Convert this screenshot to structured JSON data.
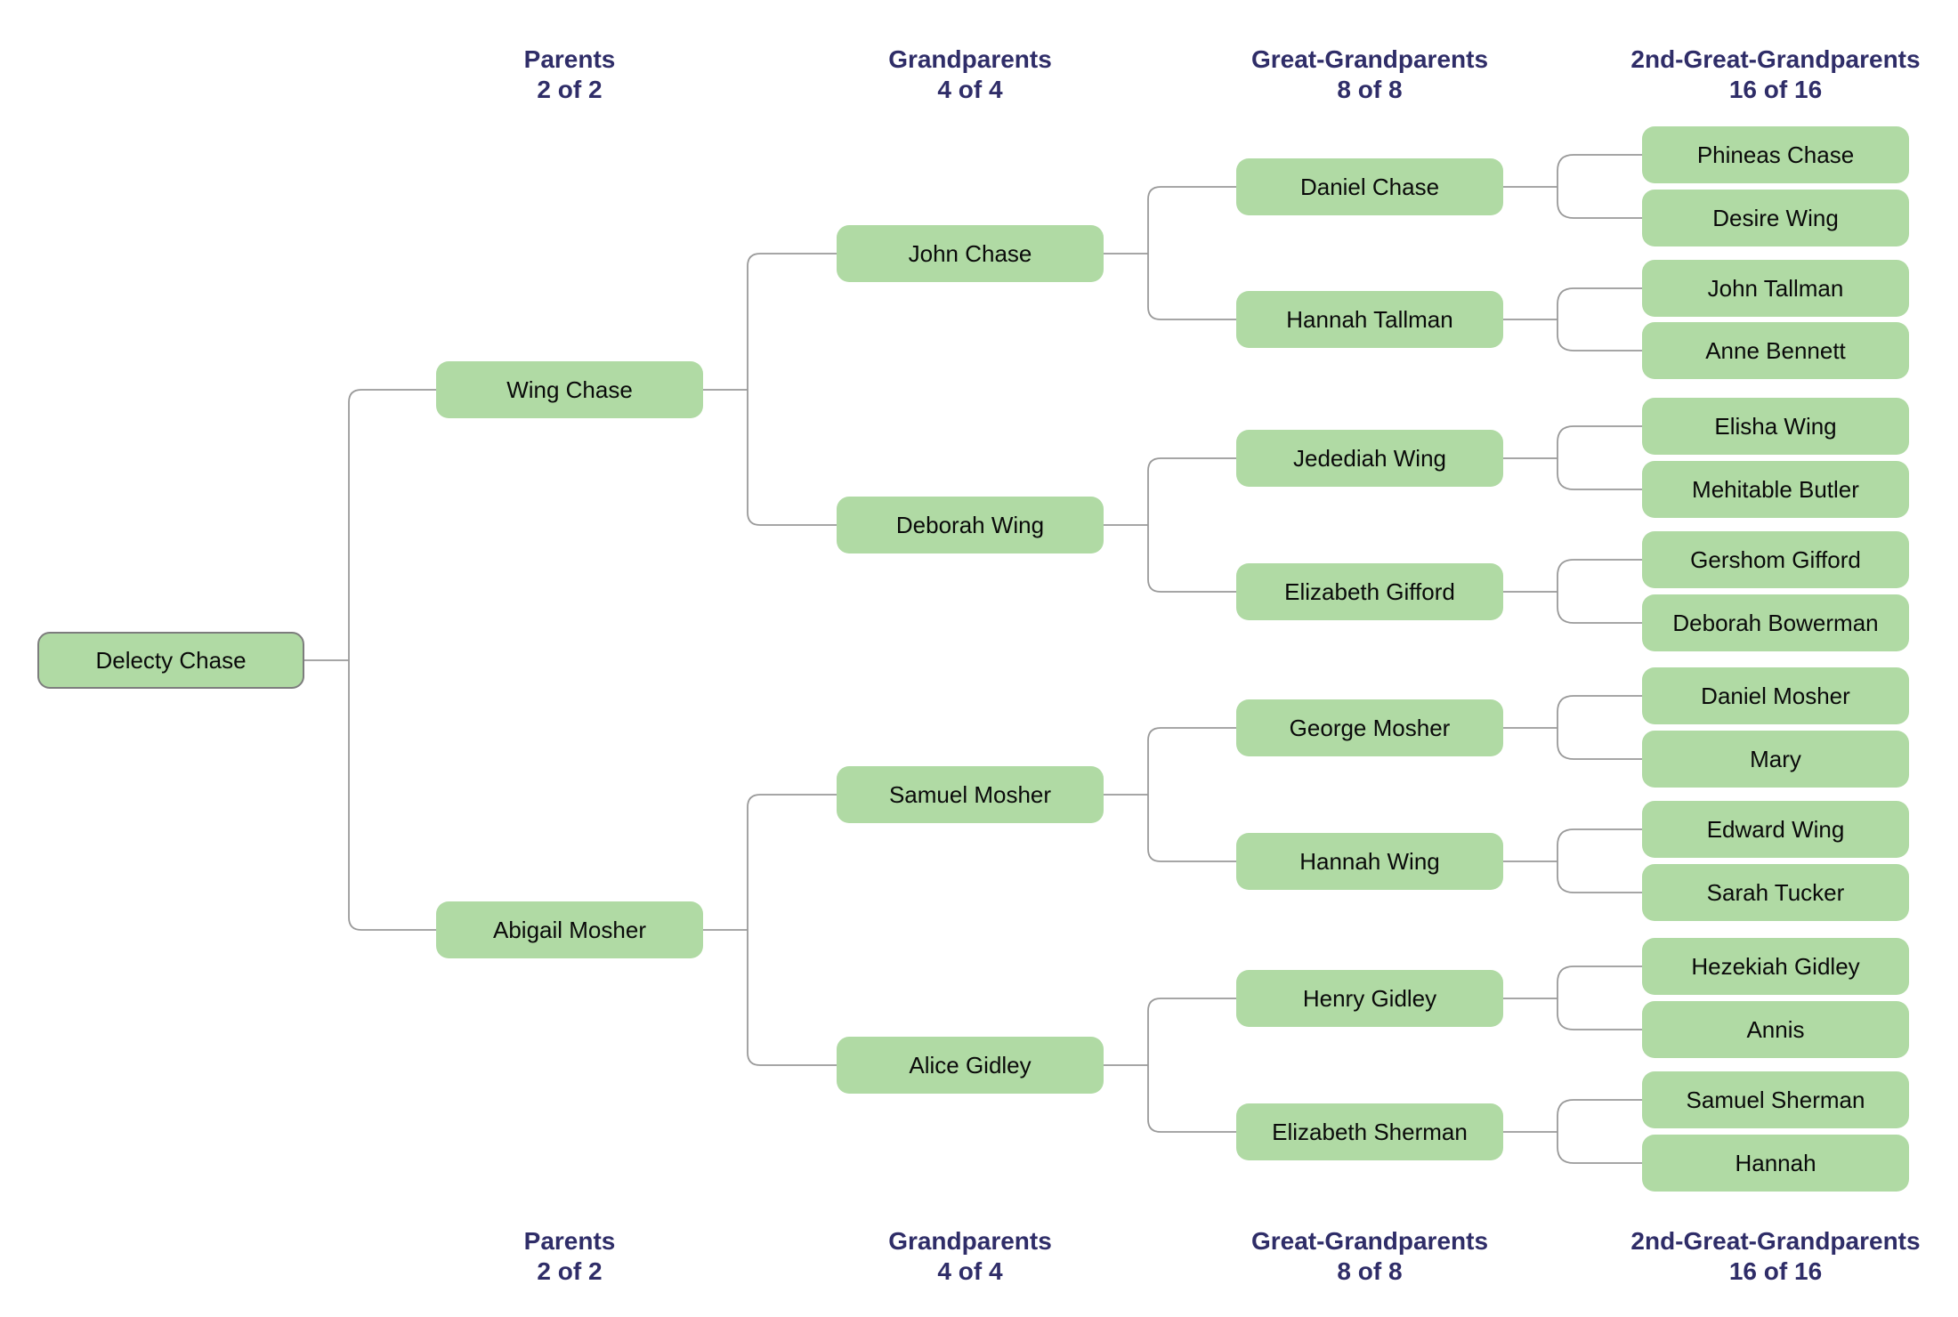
{
  "columns": [
    {
      "line1": "Parents",
      "line2": "2 of 2"
    },
    {
      "line1": "Grandparents",
      "line2": "4 of 4"
    },
    {
      "line1": "Great-Grandparents",
      "line2": "8 of 8"
    },
    {
      "line1": "2nd-Great-Grandparents",
      "line2": "16 of 16"
    }
  ],
  "root": {
    "name": "Delecty Chase"
  },
  "parents": [
    {
      "name": "Wing Chase"
    },
    {
      "name": "Abigail Mosher"
    }
  ],
  "grandparents": [
    {
      "name": "John Chase"
    },
    {
      "name": "Deborah Wing"
    },
    {
      "name": "Samuel Mosher"
    },
    {
      "name": "Alice Gidley"
    }
  ],
  "great_grandparents": [
    {
      "name": "Daniel Chase"
    },
    {
      "name": "Hannah Tallman"
    },
    {
      "name": "Jedediah Wing"
    },
    {
      "name": "Elizabeth Gifford"
    },
    {
      "name": "George Mosher"
    },
    {
      "name": "Hannah Wing"
    },
    {
      "name": "Henry Gidley"
    },
    {
      "name": "Elizabeth Sherman"
    }
  ],
  "second_great_grandparents": [
    {
      "name": "Phineas Chase"
    },
    {
      "name": "Desire Wing"
    },
    {
      "name": "John Tallman"
    },
    {
      "name": "Anne Bennett"
    },
    {
      "name": "Elisha Wing"
    },
    {
      "name": "Mehitable Butler"
    },
    {
      "name": "Gershom Gifford"
    },
    {
      "name": "Deborah Bowerman"
    },
    {
      "name": "Daniel Mosher"
    },
    {
      "name": "Mary"
    },
    {
      "name": "Edward Wing"
    },
    {
      "name": "Sarah Tucker"
    },
    {
      "name": "Hezekiah Gidley"
    },
    {
      "name": "Annis"
    },
    {
      "name": "Samuel Sherman"
    },
    {
      "name": "Hannah"
    }
  ],
  "colors": {
    "node_fill": "#b0daa4",
    "root_border": "#7d7d7d",
    "connector": "#9a9a9a",
    "header_text": "#2f2d68"
  }
}
